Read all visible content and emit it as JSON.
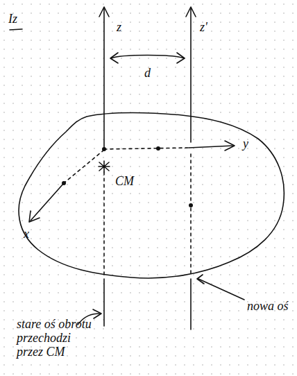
{
  "diagram": {
    "labels": [
      "Iz",
      "z",
      "z'",
      "d",
      "y",
      "CM",
      "x",
      "stare oś obrotu przechodzi przez CM",
      "nowa oś"
    ]
  }
}
